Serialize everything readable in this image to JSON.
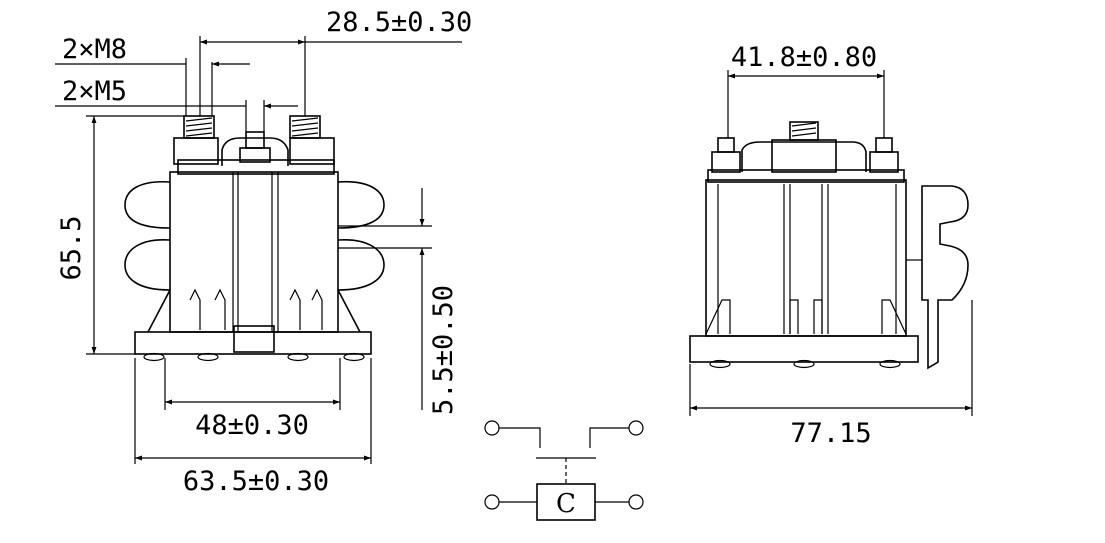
{
  "front_view": {
    "terminal_m8": "2×M8",
    "terminal_m5": "2×M5",
    "terminal_spacing": "28.5±0.30",
    "height": "65.5",
    "mount_thickness": "5.5±0.50",
    "hole_spacing": "48±0.30",
    "base_width": "63.5±0.30"
  },
  "side_view": {
    "terminal_spacing": "41.8±0.80",
    "overall_length": "77.15"
  },
  "schematic": {
    "coil_label": "C"
  }
}
